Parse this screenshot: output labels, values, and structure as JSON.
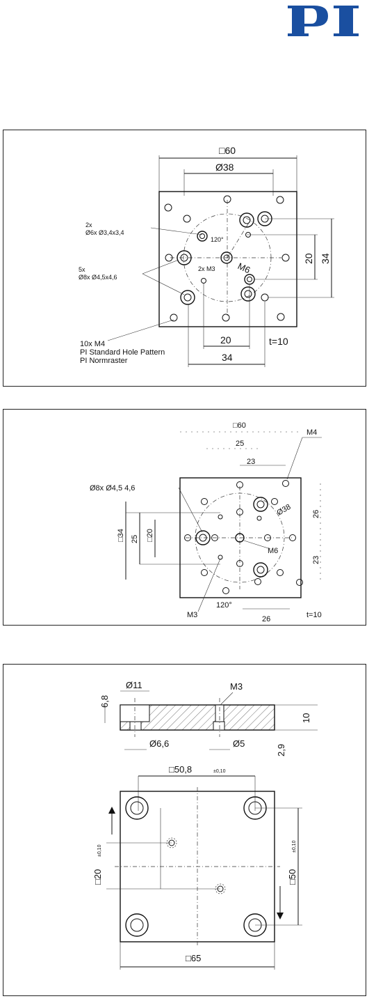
{
  "brand": {
    "logo_text": "PI",
    "color": "#1a4fa0"
  },
  "drawing1": {
    "square_60": "□60",
    "dia_38": "Ø38",
    "callout_6x_line1": "2x",
    "callout_6x_line2": "Ø6x Ø3,4x3,4",
    "angle_120": "120°",
    "callout_8x_line1": "5x",
    "callout_8x_line2": "Ø8x Ø4,5x4,6",
    "m3": "2x M3",
    "m6": "M6",
    "dim_20_right": "20",
    "dim_34_right": "34",
    "dim_20_bottom": "20",
    "dim_34_bottom": "34",
    "thickness": "t=10",
    "note_line1": "10x M4",
    "note_line2": "PI Standard Hole Pattern",
    "note_line3": "PI Normraster"
  },
  "drawing2": {
    "square_60": "□60",
    "dim_25_top": "25",
    "dim_23_top": "23",
    "m4": "M4",
    "callout_counterbore": "Ø8x Ø4,5 4,6",
    "dia_38": "Ø38",
    "dim_26_right": "26",
    "dim_23_right": "23",
    "m6": "M6",
    "square_34": "□34",
    "dim_25_left": "25",
    "square_20": "□20",
    "m3": "M3",
    "angle_120": "120°",
    "dim_26_bottom": "26",
    "thickness": "t=10"
  },
  "drawing3": {
    "dim_6_8": "6,8",
    "dia_11": "Ø11",
    "m3": "M3",
    "dim_10": "10",
    "dia_6_6": "Ø6,6",
    "dia_5": "Ø5",
    "dim_2_9": "2,9",
    "square_50_8": "□50,8",
    "tol_top": "±0,10",
    "square_20": "□20",
    "tol_left": "±0,10",
    "square_50": "□50",
    "tol_right": "±0,10",
    "square_65": "□65"
  }
}
